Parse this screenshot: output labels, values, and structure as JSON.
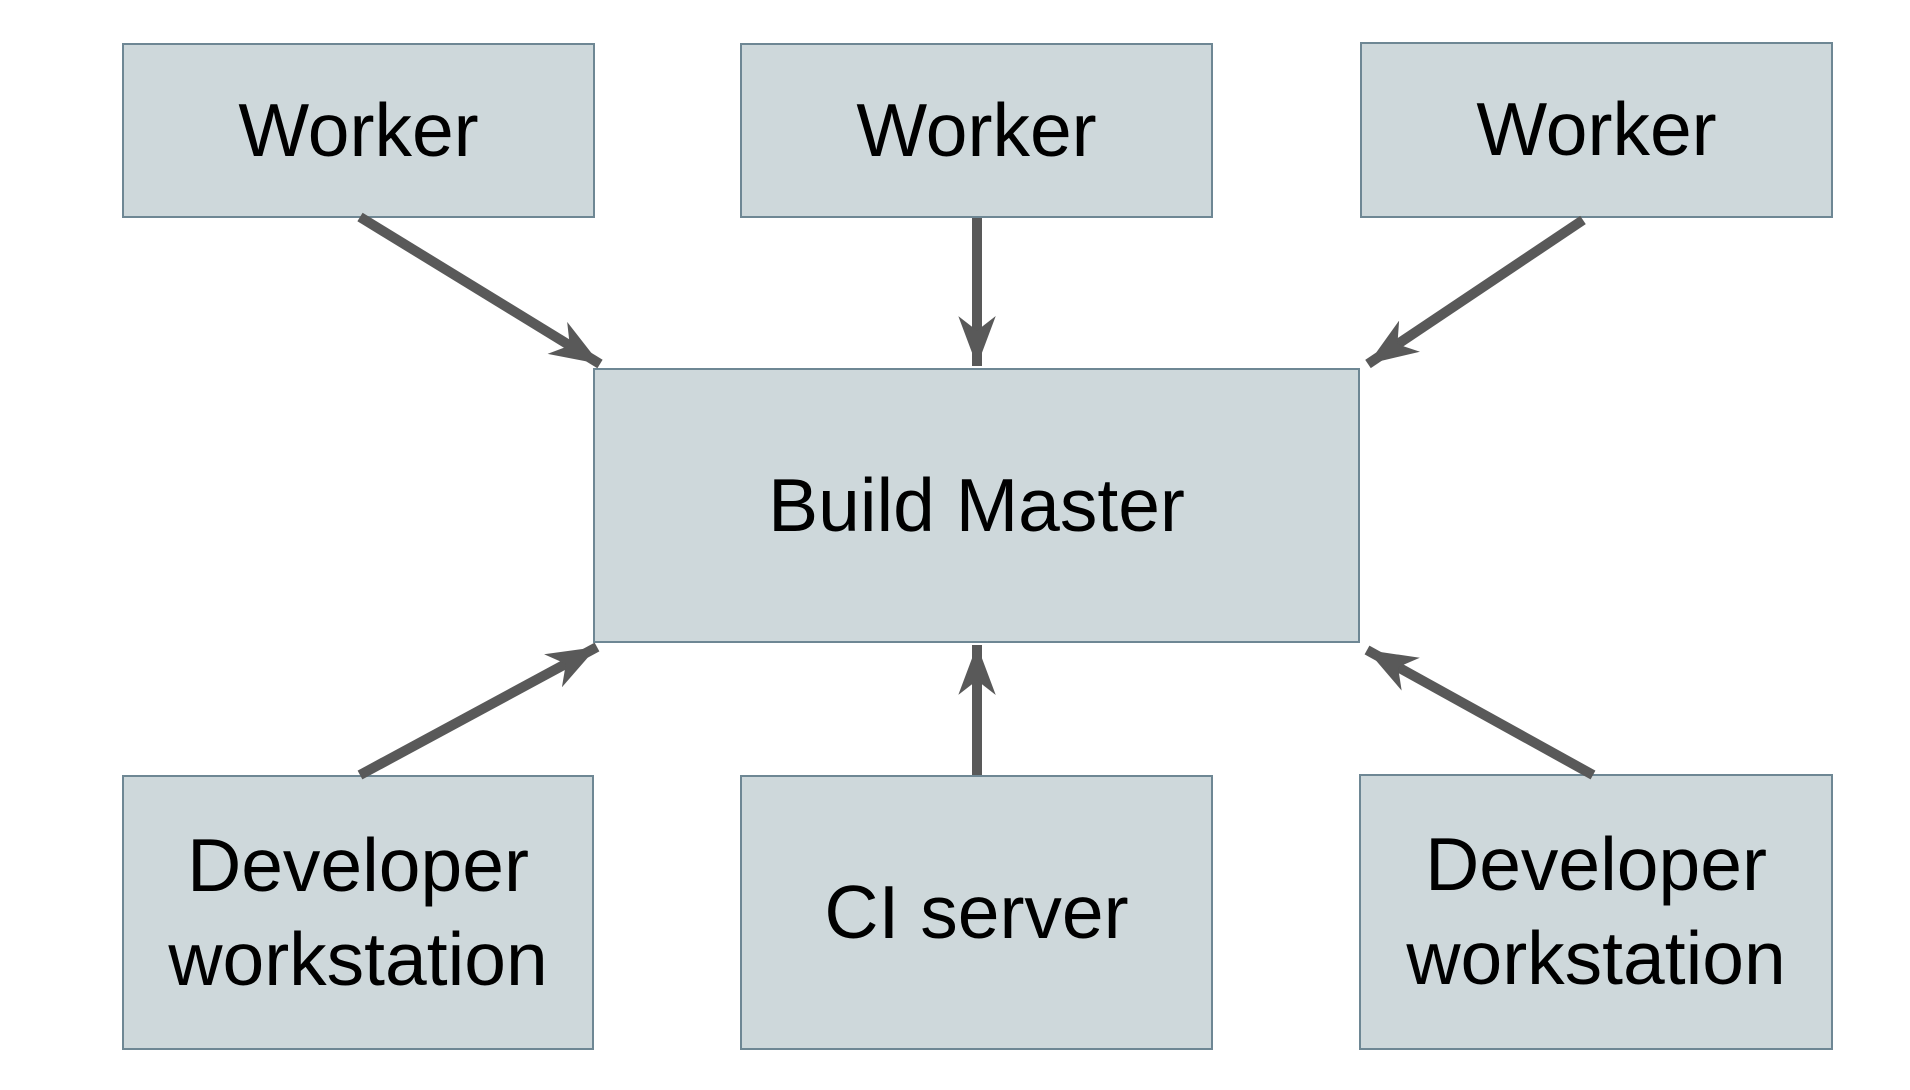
{
  "diagram": {
    "background": "#ffffff",
    "colors": {
      "node_fill": "#ced8db",
      "node_border": "#6e8794",
      "arrow": "#595959",
      "text": "#000000"
    },
    "nodes": [
      {
        "id": "worker-1",
        "label": "Worker"
      },
      {
        "id": "worker-2",
        "label": "Worker"
      },
      {
        "id": "worker-3",
        "label": "Worker"
      },
      {
        "id": "build-master",
        "label": "Build Master"
      },
      {
        "id": "developer-workstation-left",
        "label": "Developer workstation"
      },
      {
        "id": "ci-server",
        "label": "CI server"
      },
      {
        "id": "developer-workstation-right",
        "label": "Developer workstation"
      }
    ],
    "edges": [
      {
        "from": "worker-1",
        "to": "build-master"
      },
      {
        "from": "worker-2",
        "to": "build-master"
      },
      {
        "from": "worker-3",
        "to": "build-master"
      },
      {
        "from": "developer-workstation-left",
        "to": "build-master"
      },
      {
        "from": "ci-server",
        "to": "build-master"
      },
      {
        "from": "developer-workstation-right",
        "to": "build-master"
      }
    ]
  }
}
